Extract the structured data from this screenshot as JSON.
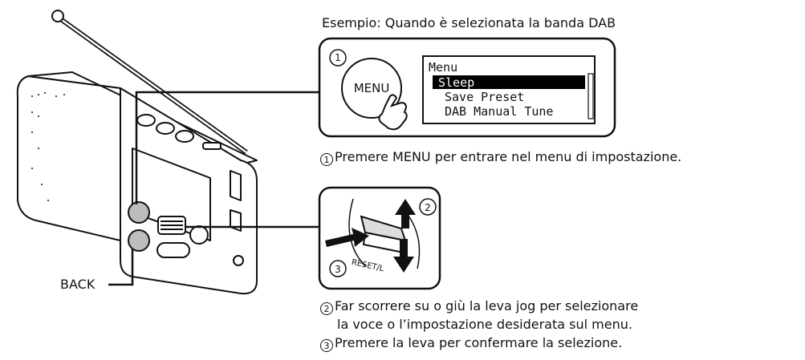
{
  "caption_top": "Esempio: Quando è selezionata la banda DAB",
  "step1": {
    "marker": "1",
    "menu_button_label": "MENU",
    "screen": {
      "title": "Menu",
      "items": [
        "Sleep",
        "Save Preset",
        "DAB Manual Tune"
      ],
      "selected_index": 0
    },
    "caption_marker": "1",
    "caption": "Premere MENU per entrare nel menu di impostazione."
  },
  "step2": {
    "marker": "2",
    "lever_label": "RESET/L",
    "caption_marker": "2",
    "caption_line1": "Far scorrere su o giù la leva jog per selezionare",
    "caption_line2": "la voce o l’impostazione desiderata sul menu."
  },
  "step3": {
    "marker": "3",
    "caption_marker": "3",
    "caption": "Premere la leva per confermare la selezione."
  },
  "back_label": "BACK",
  "colors": {
    "line": "#111111",
    "device_gray": "#bdbdbd",
    "highlight": "#000000"
  }
}
